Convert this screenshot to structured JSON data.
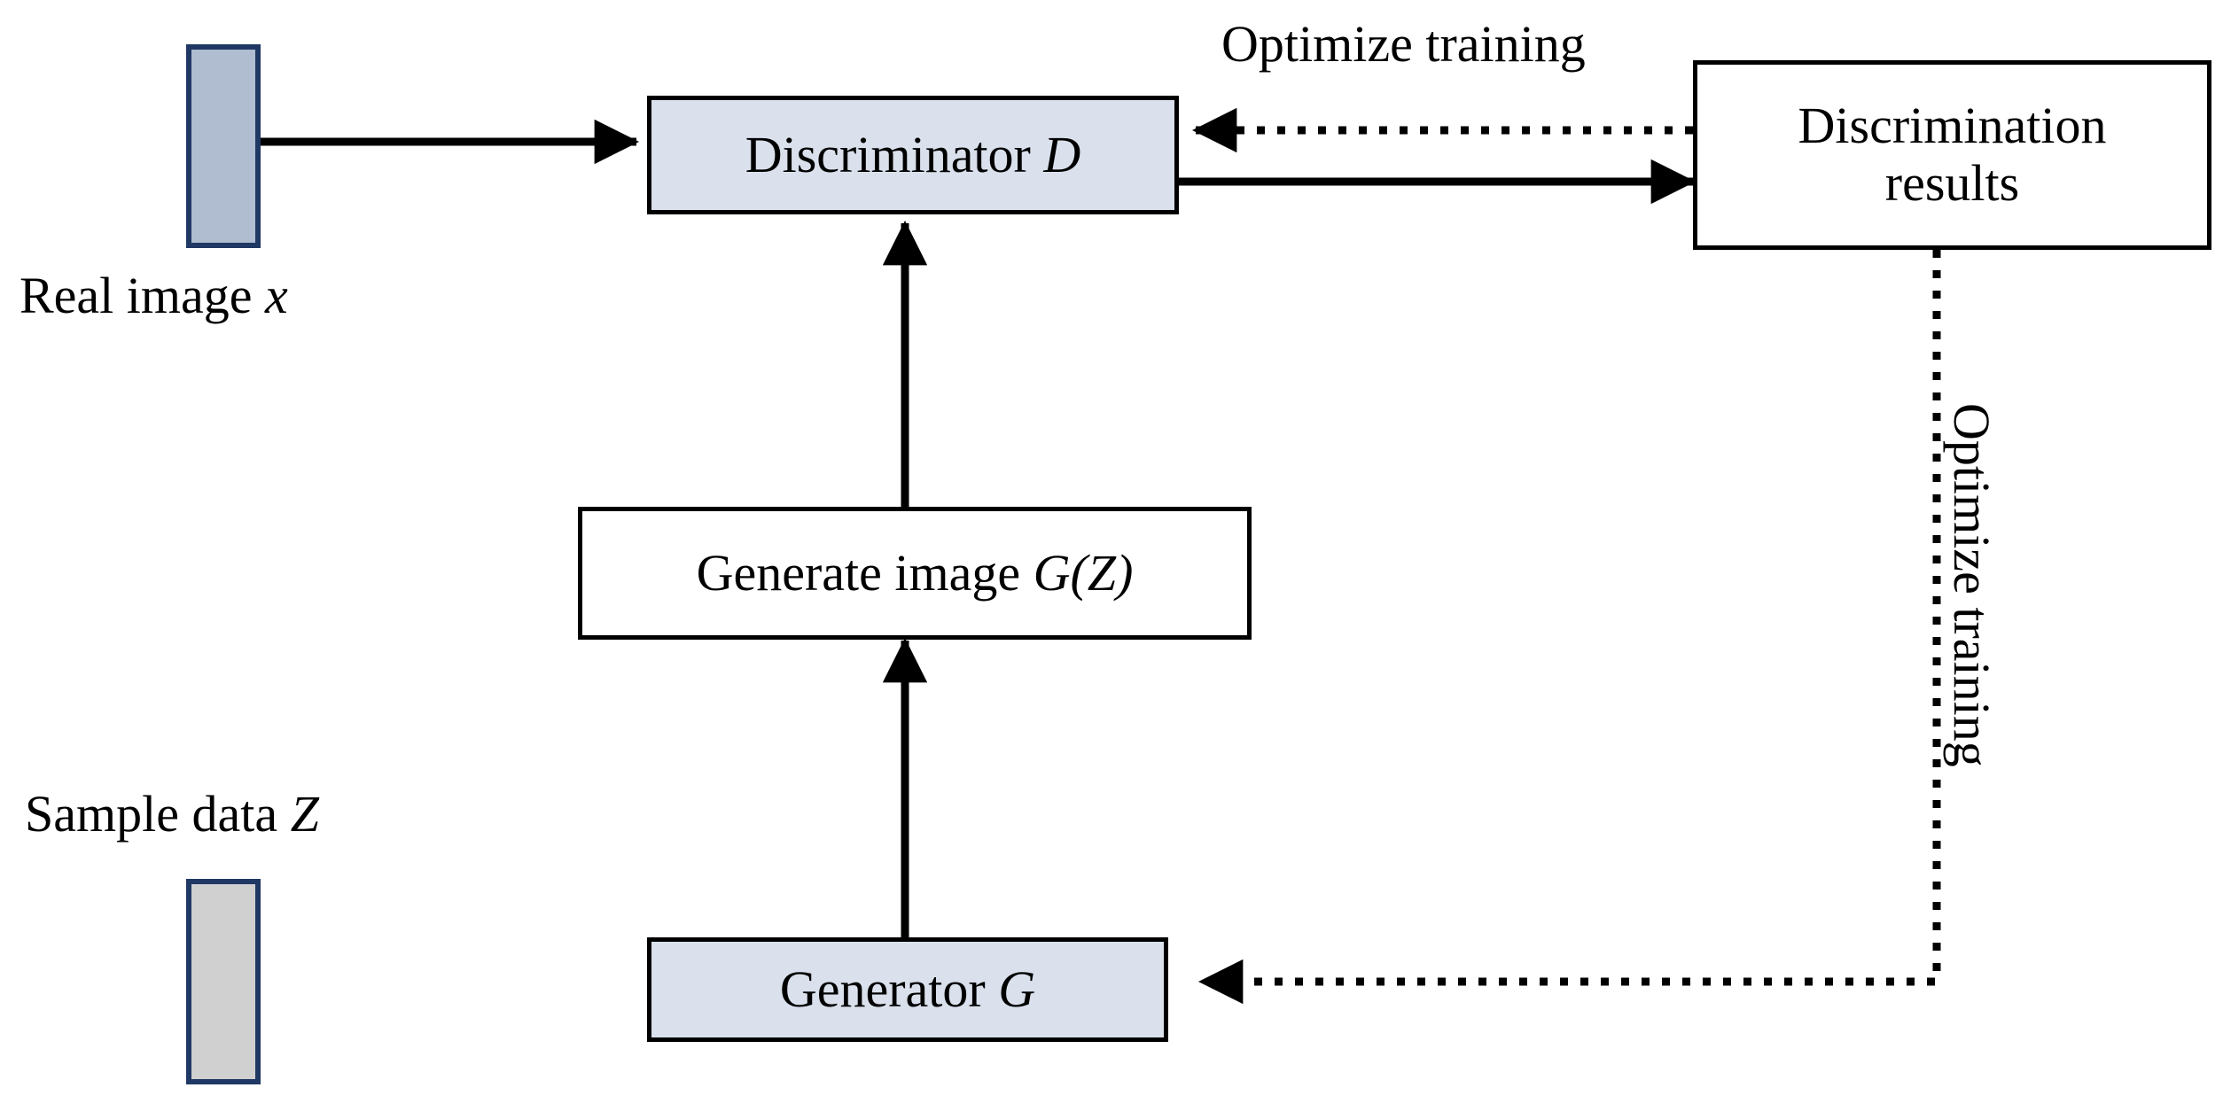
{
  "diagram": {
    "title": "GAN architecture schematic",
    "background": "#ffffff",
    "colors": {
      "shaded_fill": "#dae1ec",
      "plain_fill": "#ffffff",
      "box_border": "#000000",
      "bar_border": "#1f3864",
      "bar_blue_fill": "#b0bdd0",
      "bar_gray_fill": "#d0d0d0",
      "line": "#000000"
    }
  },
  "nodes": {
    "discriminator": {
      "label": "Discriminator ",
      "symbol": "D"
    },
    "discrimination_results": {
      "line1": "Discrimination",
      "line2": "results"
    },
    "generate_image": {
      "label": "Generate image ",
      "symbol": "G(Z)"
    },
    "generator": {
      "label": "Generator ",
      "symbol": "G"
    }
  },
  "bars": {
    "real_image": {
      "caption_text": "Real image ",
      "caption_symbol": "x"
    },
    "sample_data": {
      "caption_text": "Sample data ",
      "caption_symbol": "Z"
    }
  },
  "edge_labels": {
    "optimize_training_top": "Optimize training",
    "optimize_training_right": "Optimize training"
  }
}
